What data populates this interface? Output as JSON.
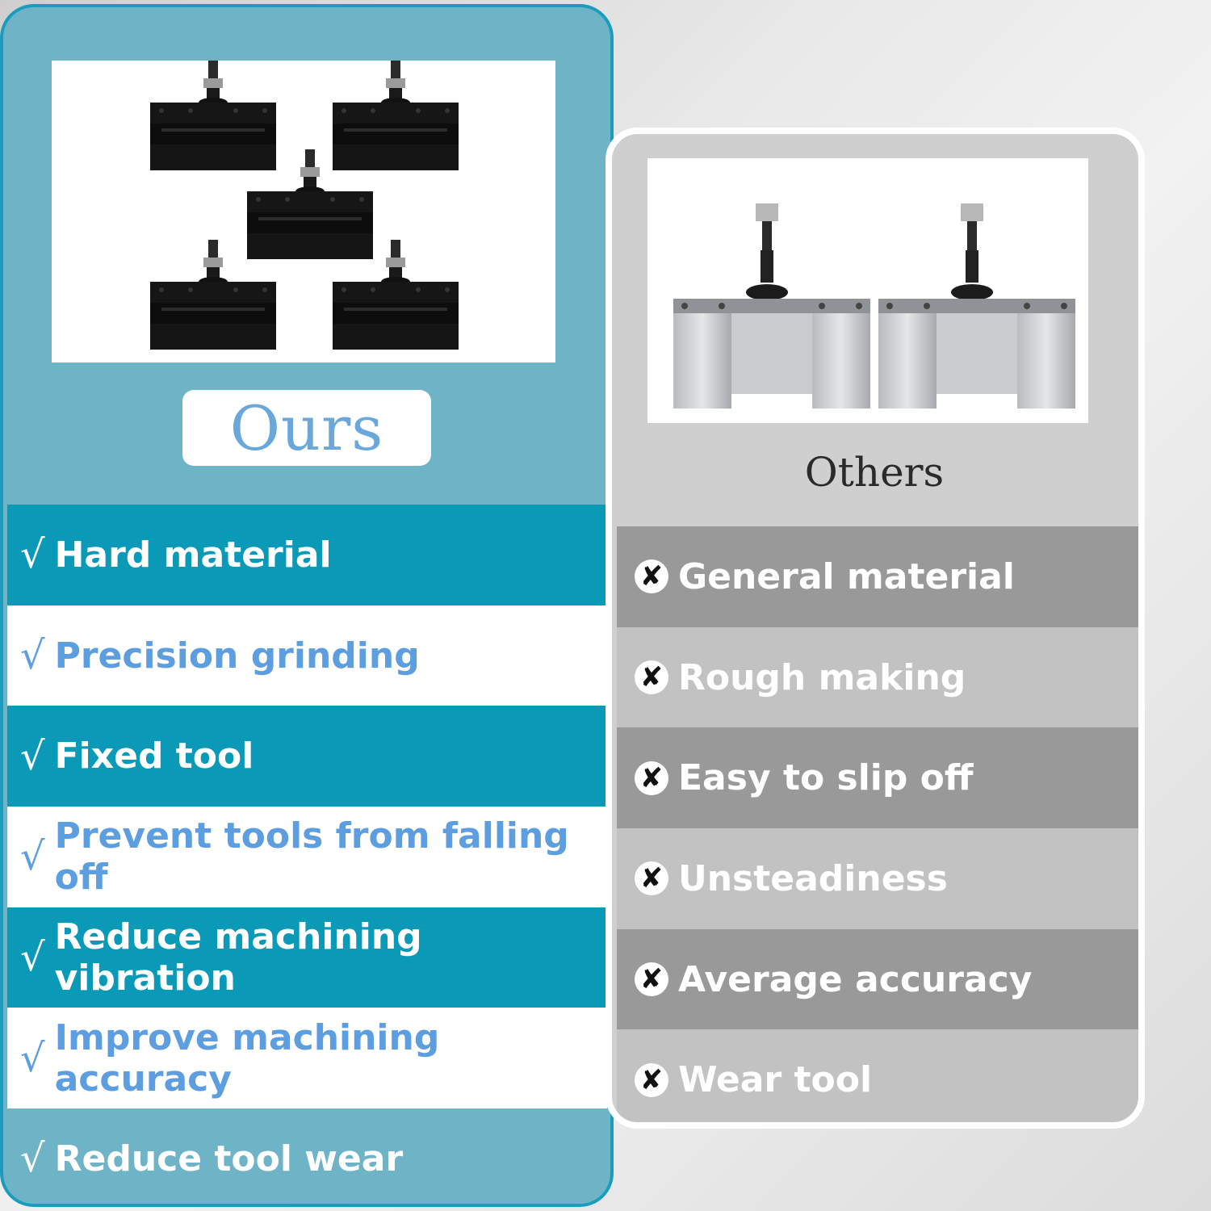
{
  "ours": {
    "label": "Ours",
    "image_alt": "five black quick-change tool holders",
    "features": [
      {
        "check": "√",
        "text": "Hard material"
      },
      {
        "check": "√",
        "text": "Precision grinding"
      },
      {
        "check": "√",
        "text": "Fixed tool"
      },
      {
        "check": "√",
        "text": "Prevent tools from falling off"
      },
      {
        "check": "√",
        "text": "Reduce machining vibration"
      },
      {
        "check": "√",
        "text": "Improve machining accuracy"
      },
      {
        "check": "√",
        "text": "Reduce tool wear"
      }
    ]
  },
  "others": {
    "label": "Others",
    "image_alt": "two silver tool holders",
    "features": [
      {
        "mark": "✘",
        "text": "General material"
      },
      {
        "mark": "✘",
        "text": "Rough making"
      },
      {
        "mark": "✘",
        "text": "Easy to slip off"
      },
      {
        "mark": "✘",
        "text": "Unsteadiness"
      },
      {
        "mark": "✘",
        "text": "Average accuracy"
      },
      {
        "mark": "✘",
        "text": "Wear tool"
      }
    ]
  },
  "colors": {
    "ours_dark": "#0b99b8",
    "ours_light_text": "#5d9ee0",
    "ours_panel": "#6fb3c6",
    "others_dark": "#999999",
    "others_light": "#c2c2c2"
  }
}
